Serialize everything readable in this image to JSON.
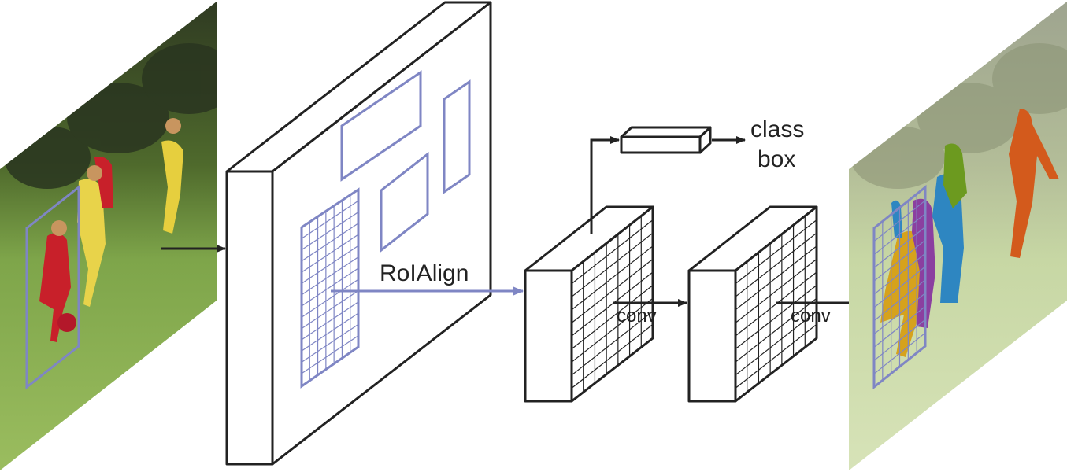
{
  "labels": {
    "roi_align": "RoIAlign",
    "conv_1": "conv",
    "conv_2": "conv",
    "head_class": "class",
    "head_box": "box"
  },
  "colors": {
    "outline": "#222222",
    "roi": "#7f86c4",
    "field": "#7ea54a",
    "field_light": "#b9cf8f",
    "trees": "#3c4a2a",
    "mask_yellow": "#d6a21c",
    "mask_purple": "#8b3fa0",
    "mask_blue": "#2e86c1",
    "mask_green": "#6c9a1f",
    "mask_orange": "#d35a1c"
  },
  "icons": {
    "input_image": "soccer-photo-icon",
    "output_image": "segmentation-output-icon"
  }
}
